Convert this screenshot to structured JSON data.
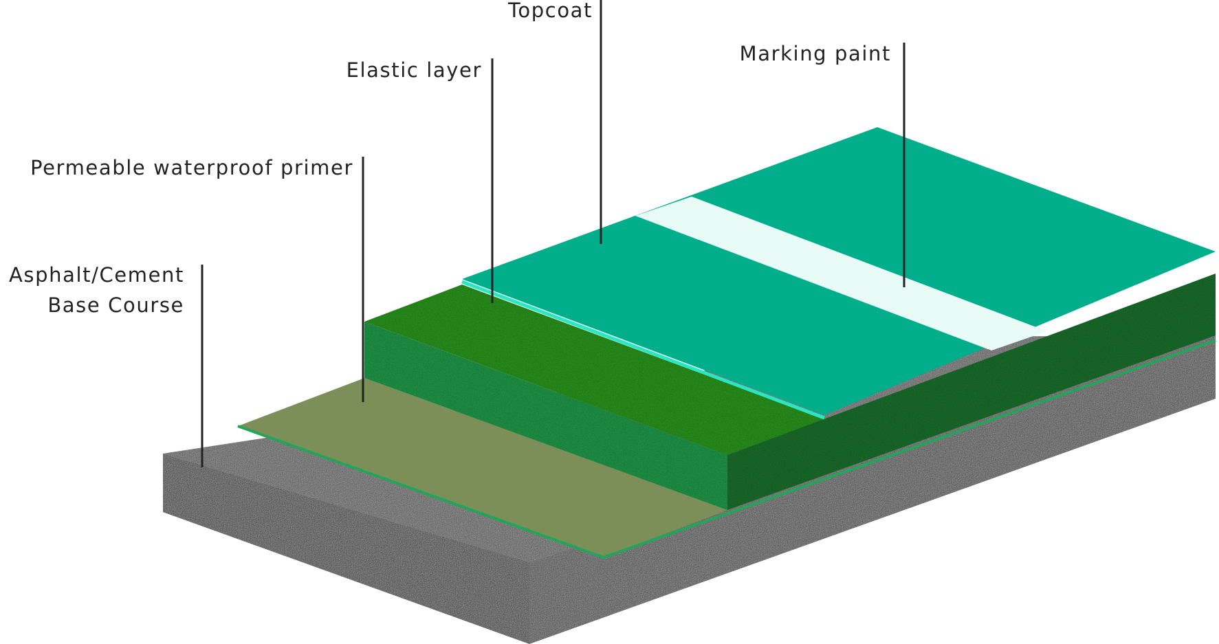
{
  "labels": {
    "topcoat": "Topcoat",
    "marking_paint": "Marking paint",
    "elastic_layer": "Elastic layer",
    "primer": "Permeable waterproof primer",
    "base_line1": "Asphalt/Cement",
    "base_line2": "Base Course"
  },
  "colors": {
    "base_top": "#4a4a4a",
    "base_front": "#2c2c2c",
    "base_side": "#3a3a3a",
    "primer_top": "#7d8f58",
    "primer_edge": "#22a55a",
    "elastic_top": "#2b8f1e",
    "elastic_front": "#21934b",
    "elastic_side": "#1a6b2e",
    "topcoat_top": "#00ae8c",
    "topcoat_edge": "#27e8c2",
    "marking_stripe": "#e8fbf7",
    "leader_line": "#222222"
  }
}
